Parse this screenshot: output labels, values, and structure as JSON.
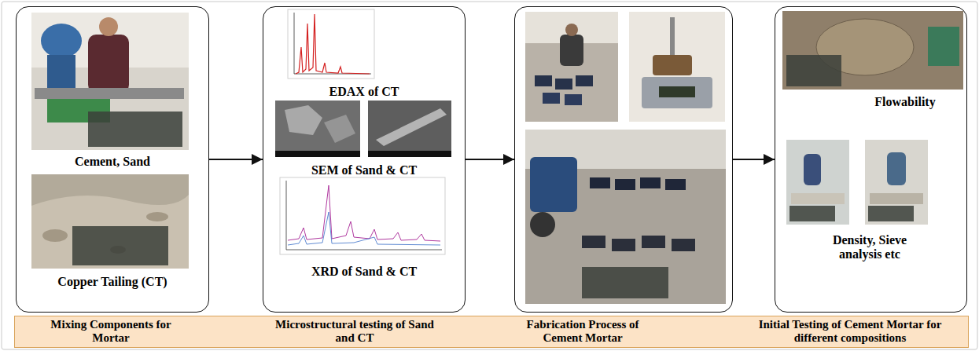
{
  "diagram": {
    "nodes": [
      {
        "text": [
          "Cement, Sand",
          "Copper Tailing (CT)"
        ]
      },
      {
        "text": [
          "EDAX of CT",
          "SEM of Sand & CT",
          "XRD of Sand & CT"
        ]
      },
      {
        "text": []
      },
      {
        "text": [
          "Flowability",
          "Density, Sieve analysis etc"
        ]
      },
      {
        "text": []
      },
      {
        "text": [
          "Mixing Components for Mortar"
        ],
        "in": 4
      },
      {
        "text": [
          "Microstructural testing of Sand and CT"
        ],
        "in": 4
      },
      {
        "text": [
          "Fabrication Process of Cement Mortar"
        ],
        "in": 4
      },
      {
        "text": [
          "Initial Testing of Cement Mortar for different compositions"
        ],
        "in": 4
      }
    ],
    "edges": [
      {
        "from": 0,
        "to": 1,
        "arrow": "to"
      },
      {
        "from": 1,
        "to": 2,
        "arrow": "to"
      },
      {
        "from": 2,
        "to": 3,
        "arrow": "to"
      },
      {
        "from": 5,
        "to": 6,
        "arrow": "to"
      },
      {
        "from": 6,
        "to": 7,
        "arrow": "to"
      },
      {
        "from": 7,
        "to": 8,
        "arrow": "to"
      }
    ]
  }
}
